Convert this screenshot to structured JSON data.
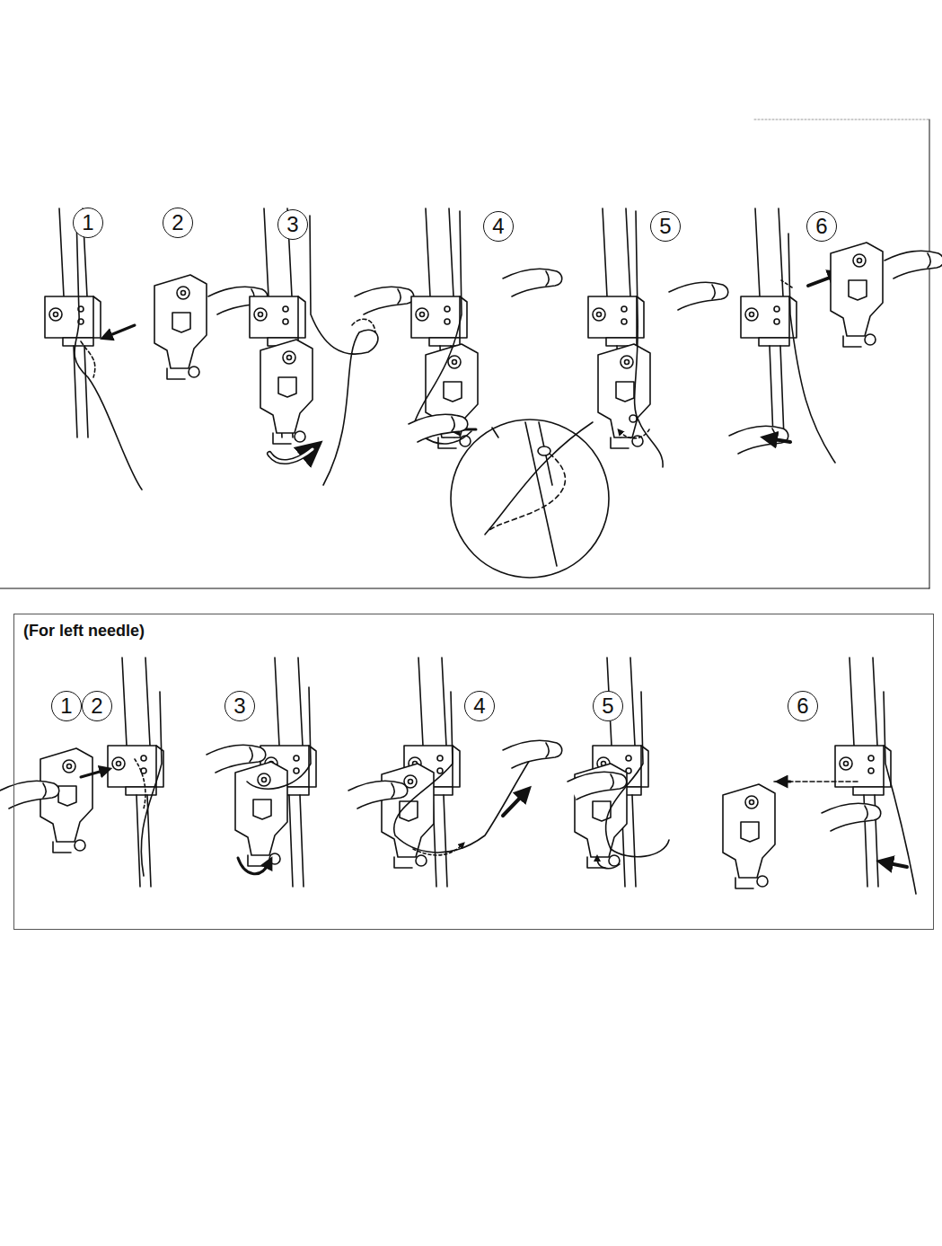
{
  "diagram": {
    "nodes": [
      {
        "text": [
          "1"
        ]
      },
      {
        "text": [
          "2"
        ]
      },
      {
        "text": [
          "3"
        ]
      },
      {
        "text": [
          "4"
        ]
      },
      {
        "text": [
          "5"
        ]
      },
      {
        "text": [
          "6"
        ]
      },
      {
        "text": [
          "(For left needle)"
        ]
      },
      {
        "text": [
          "1"
        ],
        "in": 6
      },
      {
        "text": [
          "2"
        ],
        "in": 6
      },
      {
        "text": [
          "3"
        ],
        "in": 6
      },
      {
        "text": [
          "4"
        ],
        "in": 6
      },
      {
        "text": [
          "5"
        ],
        "in": 6
      },
      {
        "text": [
          "6"
        ],
        "in": 6
      }
    ]
  }
}
